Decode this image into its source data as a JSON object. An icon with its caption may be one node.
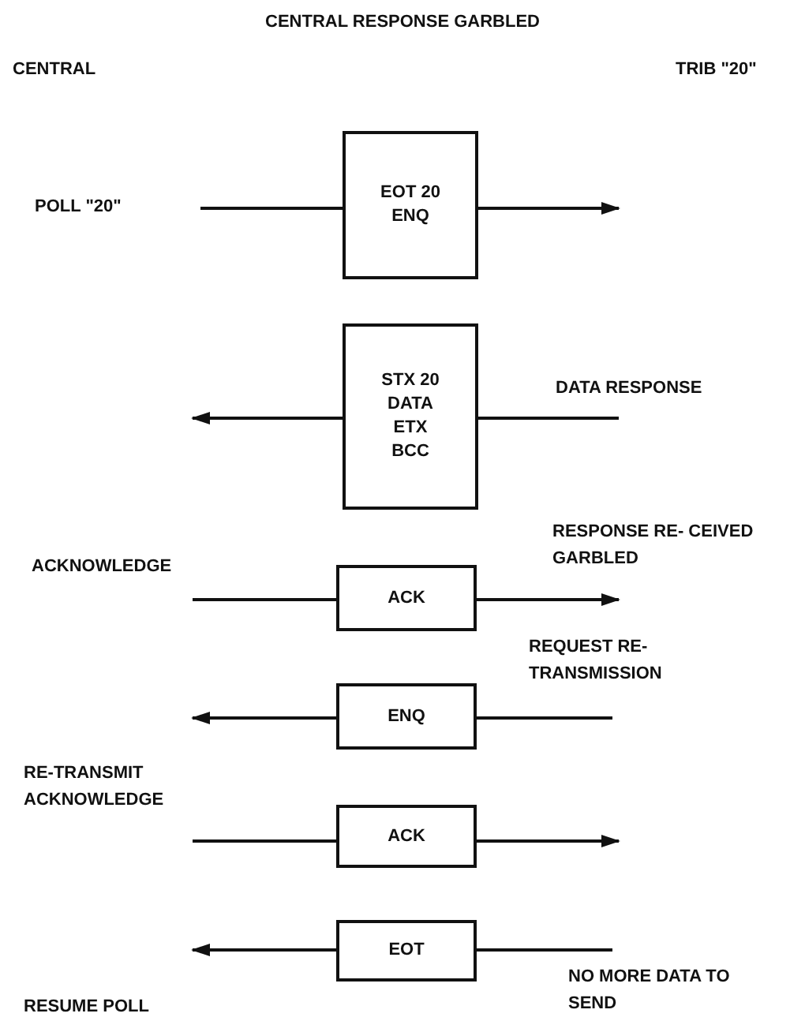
{
  "diagram": {
    "title": "CENTRAL RESPONSE GARBLED",
    "nodes": [
      {
        "text": [
          "EOT 20 ENQ"
        ]
      },
      {
        "text": [
          "STX 20 DATA ETX BCC"
        ]
      },
      {
        "text": [
          "ACK"
        ]
      },
      {
        "text": [
          "ENQ"
        ]
      },
      {
        "text": [
          "ACK"
        ]
      },
      {
        "text": [
          "EOT"
        ]
      }
    ],
    "edges": [
      {
        "from": null,
        "to": 0,
        "arrow": "none"
      },
      {
        "from": 0,
        "to": null,
        "arrow": "to"
      },
      {
        "from": null,
        "to": 1,
        "arrow": "none"
      },
      {
        "from": 1,
        "to": null,
        "arrow": "to"
      },
      {
        "from": null,
        "to": 2,
        "arrow": "none"
      },
      {
        "from": 2,
        "to": null,
        "arrow": "to"
      },
      {
        "from": null,
        "to": 3,
        "arrow": "none"
      },
      {
        "from": 3,
        "to": null,
        "arrow": "to"
      },
      {
        "from": null,
        "to": 4,
        "arrow": "none"
      },
      {
        "from": 4,
        "to": null,
        "arrow": "to"
      },
      {
        "from": null,
        "to": 5,
        "arrow": "none"
      },
      {
        "from": 5,
        "to": null,
        "arrow": "to"
      }
    ],
    "labels": [
      "CENTRAL",
      "TRIB \"20\"",
      "POLL \"20\"",
      "DATA RESPONSE",
      "RESPONSE RE- CEIVED GARBLED",
      "ACKNOWLEDGE",
      "REQUEST RE-TRANSMISSION",
      "RE-TRANSMIT ACKNOWLEDGE",
      "RESUME POLL",
      "NO MORE DATA TO SEND"
    ]
  }
}
